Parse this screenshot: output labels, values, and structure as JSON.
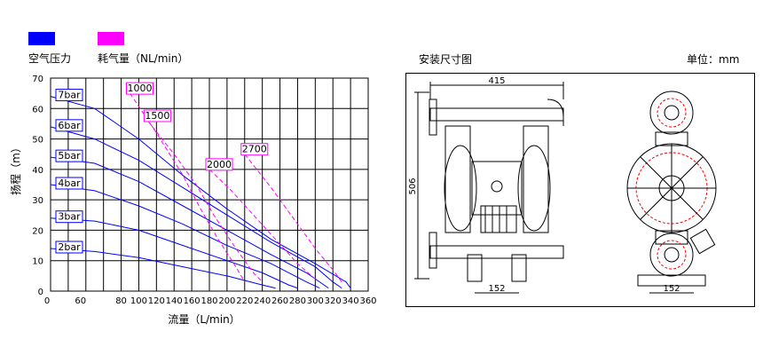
{
  "legend": {
    "items": [
      {
        "label": "空气压力",
        "color": "#0000ff"
      },
      {
        "label": "耗气量（NL/min）",
        "color": "#ff00ff"
      }
    ]
  },
  "chart_data": {
    "type": "line",
    "xlabel": "流量（L/min）",
    "ylabel": "扬程（m）",
    "xlim": [
      0,
      360
    ],
    "ylim": [
      0,
      70
    ],
    "xticks": [
      "0",
      "60",
      "80",
      "100",
      "120",
      "140",
      "160",
      "180",
      "200",
      "220",
      "240",
      "260",
      "280",
      "300",
      "320",
      "340",
      "360"
    ],
    "yticks": [
      "0",
      "10",
      "20",
      "30",
      "40",
      "50",
      "60",
      "70"
    ],
    "grid": true,
    "pressure_series": [
      {
        "name": "7bar",
        "points": [
          [
            0,
            64
          ],
          [
            50,
            60
          ],
          [
            100,
            50
          ],
          [
            150,
            38
          ],
          [
            200,
            27
          ],
          [
            250,
            17
          ],
          [
            300,
            9
          ],
          [
            335,
            3
          ],
          [
            340,
            1
          ]
        ]
      },
      {
        "name": "6bar",
        "points": [
          [
            0,
            54
          ],
          [
            50,
            50
          ],
          [
            100,
            43
          ],
          [
            150,
            34
          ],
          [
            200,
            25
          ],
          [
            250,
            16
          ],
          [
            300,
            8
          ],
          [
            320,
            3
          ],
          [
            330,
            1
          ]
        ]
      },
      {
        "name": "5bar",
        "points": [
          [
            0,
            44
          ],
          [
            50,
            42
          ],
          [
            100,
            36
          ],
          [
            150,
            28
          ],
          [
            200,
            20
          ],
          [
            250,
            12
          ],
          [
            290,
            6
          ],
          [
            315,
            1
          ]
        ]
      },
      {
        "name": "4bar",
        "points": [
          [
            0,
            35
          ],
          [
            50,
            33
          ],
          [
            100,
            28
          ],
          [
            150,
            22
          ],
          [
            200,
            15
          ],
          [
            250,
            9
          ],
          [
            290,
            3
          ],
          [
            305,
            1
          ]
        ]
      },
      {
        "name": "3bar",
        "points": [
          [
            0,
            24
          ],
          [
            50,
            23
          ],
          [
            100,
            20
          ],
          [
            150,
            15
          ],
          [
            200,
            10
          ],
          [
            240,
            6
          ],
          [
            270,
            2
          ],
          [
            280,
            1
          ]
        ]
      },
      {
        "name": "2bar",
        "points": [
          [
            0,
            14
          ],
          [
            50,
            13
          ],
          [
            100,
            11
          ],
          [
            150,
            8
          ],
          [
            200,
            5
          ],
          [
            240,
            2
          ],
          [
            255,
            1
          ]
        ]
      }
    ],
    "air_series": [
      {
        "name": "1000",
        "points": [
          [
            90,
            65
          ],
          [
            120,
            52
          ],
          [
            150,
            38
          ],
          [
            170,
            27
          ],
          [
            190,
            17
          ],
          [
            210,
            8
          ],
          [
            220,
            3
          ]
        ]
      },
      {
        "name": "1500",
        "points": [
          [
            110,
            56
          ],
          [
            140,
            45
          ],
          [
            165,
            35
          ],
          [
            185,
            25
          ],
          [
            210,
            14
          ],
          [
            230,
            6
          ],
          [
            240,
            3
          ]
        ]
      },
      {
        "name": "2000",
        "points": [
          [
            180,
            40
          ],
          [
            205,
            33
          ],
          [
            230,
            25
          ],
          [
            255,
            17
          ],
          [
            280,
            9
          ],
          [
            300,
            4
          ]
        ]
      },
      {
        "name": "2700",
        "points": [
          [
            220,
            45
          ],
          [
            250,
            34
          ],
          [
            275,
            24
          ],
          [
            300,
            14
          ],
          [
            320,
            7
          ],
          [
            330,
            3
          ]
        ]
      }
    ]
  },
  "drawing": {
    "title": "安装尺寸图",
    "unit": "单位：mm",
    "dim_width": "415",
    "dim_height": "506",
    "dim_base_front": "152",
    "dim_base_side": "152"
  }
}
